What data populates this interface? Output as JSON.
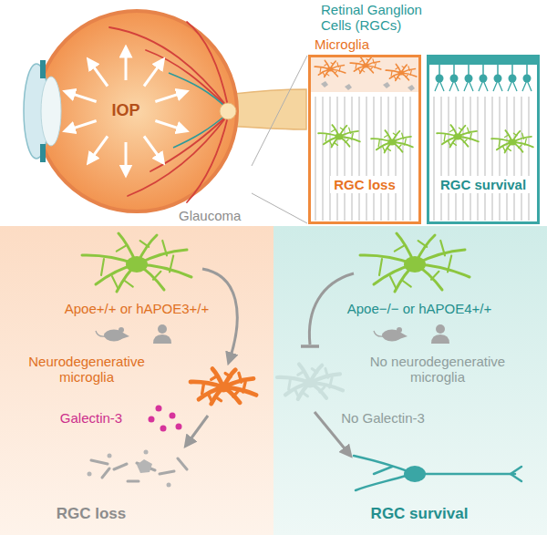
{
  "diagram": {
    "nodes": [
      {
        "text": [
          "RGC loss"
        ]
      },
      {
        "text": [
          "RGC survival"
        ]
      },
      {
        "text": [
          "Apoe+/+ or hAPOE3+/+",
          "Neurodegenerative microglia",
          "Galectin-3",
          "RGC loss"
        ]
      },
      {
        "text": [
          "Apoe−/− or hAPOE4+/+",
          "No neurodegenerative microglia",
          "No Galectin-3",
          "RGC survival"
        ]
      }
    ],
    "labels": [
      "Retinal Ganglion Cells (RGCs)",
      "Microglia",
      "IOP",
      "Glaucoma"
    ]
  }
}
